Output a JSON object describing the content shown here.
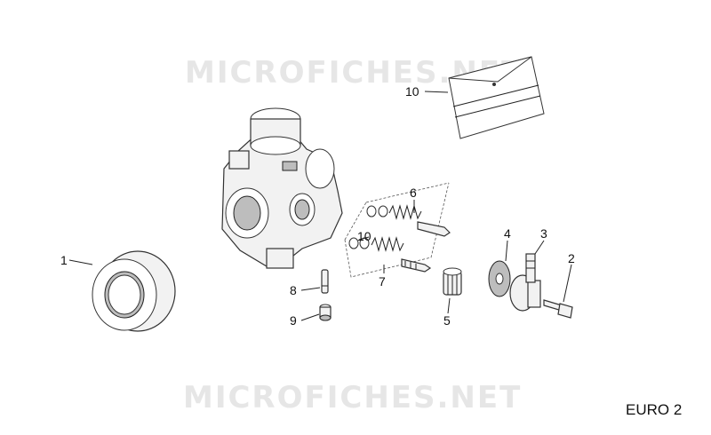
{
  "watermark": {
    "text": "MICROFICHES.NET"
  },
  "variant": {
    "label": "EURO 2"
  },
  "callouts": {
    "c1": "1",
    "c2": "2",
    "c3": "3",
    "c4": "4",
    "c5": "5",
    "c6": "6",
    "c7": "7",
    "c8": "8",
    "c9": "9",
    "c10a": "10",
    "c10b": "10"
  }
}
